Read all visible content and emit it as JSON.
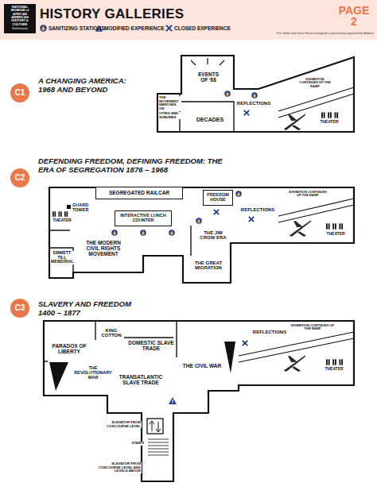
{
  "diagram": {
    "title": "HISTORY GALLERIES",
    "nodes": [
      {
        "text": [
          "NATIONAL MUSEUM of AFRICAN AMERICAN HISTORY & CULTURE",
          "Smithsonian"
        ]
      },
      {
        "text": [
          "C1",
          "A CHANGING AMERICA: 1968 AND BEYOND"
        ]
      },
      {
        "text": [
          "C2",
          "DEFENDING FREEDOM, DEFINING FREEDOM: THE ERA OF SEGREGATION 1876 – 1968"
        ]
      },
      {
        "text": [
          "SEGREGATED RAILCAR"
        ]
      },
      {
        "text": [
          "FREEDOM HOUSE"
        ]
      },
      {
        "text": [
          "INTERACTIVE LUNCH COUNTER"
        ]
      },
      {
        "text": [
          "C3",
          "SLAVERY AND FREEDOM 1400 – 1877"
        ]
      }
    ],
    "labels": [
      "PAGE 2",
      "This Visitor and Guest Services program is generously supported by Walmart",
      "EVENTS OF '68",
      "THE MOVEMENT MARCHES ON",
      "CITIES AND SUBURBS",
      "DECADES",
      "REFLECTIONS",
      "EXHIBITION CONTINUES UP THE RAMP",
      "THEATER",
      "GUARD TOWER",
      "THEATER",
      "THE JIM CROW ERA",
      "REFLECTIONS",
      "EXHIBITION CONTINUES UP THE RAMP",
      "THEATER",
      "EMMETT TILL MEMORIAL",
      "THE MODERN CIVIL RIGHTS MOVEMENT",
      "THE GREAT MIGRATION",
      "PARADOX OF LIBERTY",
      "KING COTTON",
      "DOMESTIC SLAVE TRADE",
      "THE REVOLUTIONARY WAR",
      "TRANSATLANTIC SLAVE TRADE",
      "THE CIVIL WAR",
      "REFLECTIONS",
      "EXHIBITION CONTINUES UP THE RAMP",
      "THEATER",
      "ELEVATOR FROM CONCOURSE LEVEL",
      "STAIRS",
      "ELEVATOR FROM CONCOURSE LEVEL AND LEVELS ABOVE"
    ],
    "legend": [
      {
        "text": "SANITIZING STATIONS"
      },
      {
        "text": "MODIFIED EXPERIENCE"
      },
      {
        "text": "CLOSED EXPERIENCE"
      }
    ]
  }
}
